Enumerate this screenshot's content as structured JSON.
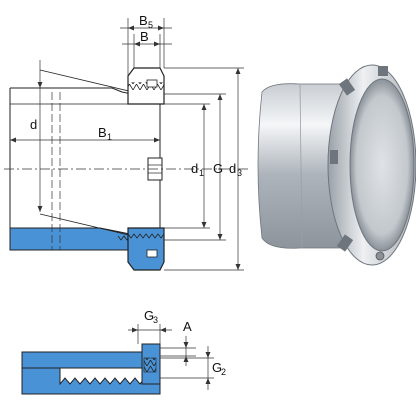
{
  "labels": {
    "b5": {
      "main": "B",
      "sub": "5"
    },
    "b": {
      "main": "B"
    },
    "d": {
      "main": "d"
    },
    "b1": {
      "main": "B",
      "sub": "1"
    },
    "d1": {
      "main": "d",
      "sub": "1"
    },
    "g": {
      "main": "G"
    },
    "d3": {
      "main": "d",
      "sub": "3"
    },
    "g3": {
      "main": "G",
      "sub": "3"
    },
    "a": {
      "main": "A"
    },
    "g2": {
      "main": "G",
      "sub": "2"
    }
  },
  "colors": {
    "sleeve_blue": "#4a92d6",
    "outline": "#222222",
    "dim_line": "#333333",
    "metal_light": "#e8ebee",
    "metal_mid": "#b7bcc2",
    "metal_dark": "#7d848c"
  }
}
